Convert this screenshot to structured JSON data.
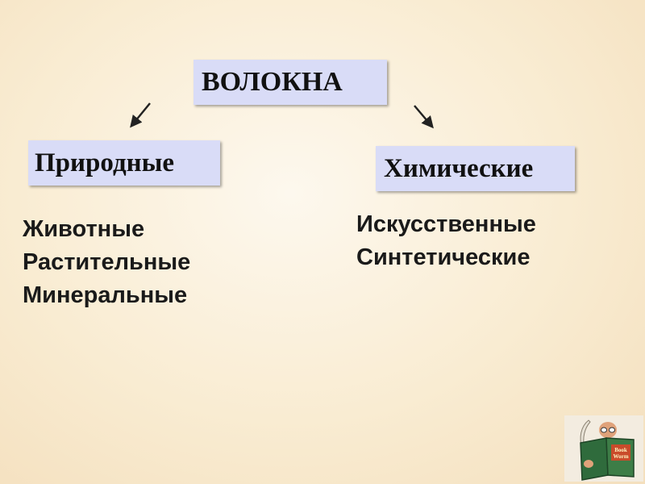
{
  "root": {
    "label": "ВОЛОКНА"
  },
  "branches": [
    {
      "label": "Природные",
      "items": [
        "Животные",
        "Растительные",
        "Минеральные"
      ]
    },
    {
      "label": "Химические",
      "items": [
        "Искусственные",
        "Синтетические"
      ]
    }
  ],
  "colors": {
    "box_fill": "#d9dcf7",
    "background": "#f9ecd2",
    "text": "#111111"
  },
  "logo": {
    "text": "Book Worm",
    "icon": "book-worm-logo"
  }
}
